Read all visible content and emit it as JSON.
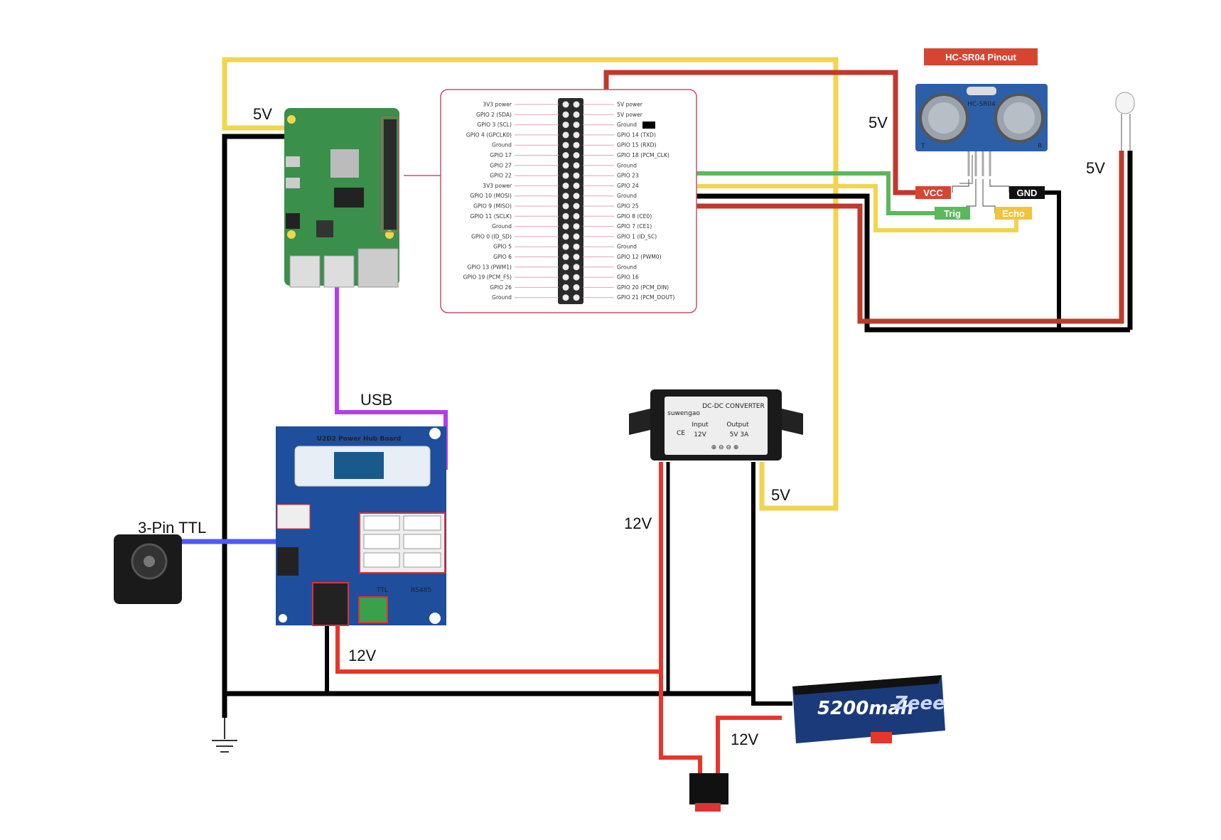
{
  "wire_labels": {
    "rpi_5v": "5V",
    "usb": "USB",
    "ttl": "3-Pin TTL",
    "hub_12v": "12V",
    "conv_in_12v": "12V",
    "conv_out_5v": "5V",
    "battery_12v": "12V",
    "sonar_5v": "5V",
    "led_5v": "5V"
  },
  "hc_sr04": {
    "title": "HC-SR04 Pinout",
    "module_text": "HC-SR04",
    "pins": {
      "vcc": "VCC",
      "trig": "Trig",
      "echo": "Echo",
      "gnd": "GND"
    },
    "side_t": "T",
    "side_r": "R"
  },
  "hub_board": {
    "title": "U2D2 Power Hub Board",
    "ttl": "TTL",
    "rs485": "RS485"
  },
  "converter": {
    "title": "DC-DC CONVERTER",
    "brand": "suwengao",
    "input": "Input",
    "output": "Output",
    "in_v": "12V",
    "out_v": "5V 3A",
    "ce": "CE"
  },
  "battery": {
    "capacity": "5200mah",
    "brand": "Zeee"
  },
  "gpio": {
    "left": [
      "3V3 power",
      "GPIO 2 (SDA)",
      "GPIO 3 (SCL)",
      "GPIO 4 (GPCLK0)",
      "Ground",
      "GPIO 17",
      "GPIO 27",
      "GPIO 22",
      "3V3 power",
      "GPIO 10 (MOSI)",
      "GPIO 9 (MISO)",
      "GPIO 11 (SCLK)",
      "Ground",
      "GPIO 0 (ID_SD)",
      "GPIO 5",
      "GPIO 6",
      "GPIO 13 (PWM1)",
      "GPIO 19 (PCM_FS)",
      "GPIO 26",
      "Ground"
    ],
    "right": [
      "5V power",
      "5V power",
      "Ground",
      "GPIO 14 (TXD)",
      "GPIO 15 (RXD)",
      "GPIO 18 (PCM_CLK)",
      "Ground",
      "GPIO 23",
      "GPIO 24",
      "Ground",
      "GPIO 25",
      "GPIO 8 (CE0)",
      "GPIO 7 (CE1)",
      "GPIO 1 (ID_SC)",
      "Ground",
      "GPIO 12 (PWM0)",
      "Ground",
      "GPIO 16",
      "GPIO 20 (PCM_DIN)",
      "GPIO 21 (PCM_DOUT)"
    ]
  },
  "colors": {
    "yellow": "#f2d54e",
    "black": "#000000",
    "red": "#e8352a",
    "darkred": "#c0392b",
    "green": "#5cb85c",
    "purple": "#b43cf0",
    "blue": "#4d5bf5",
    "pcb_green": "#3a8f4a",
    "hub_blue": "#1f4e9c",
    "sonar_blue": "#2d5fa8",
    "pink": "#c9506f"
  }
}
